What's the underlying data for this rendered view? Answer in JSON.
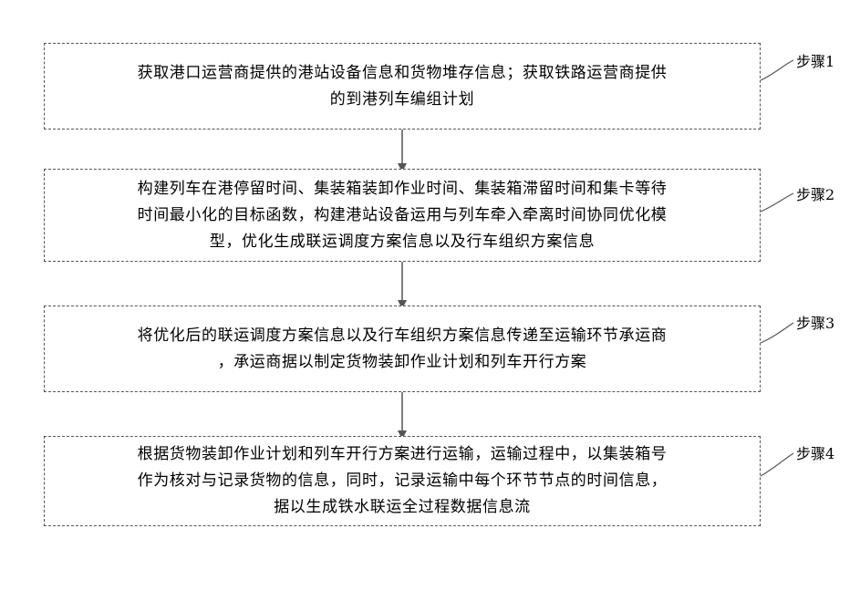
{
  "steps": [
    {
      "label": "步骤1",
      "lines": [
        "获取港口运营商提供的港站设备信息和货物堆存信息；获取铁路运营商提供",
        "的到港列车编组计划"
      ]
    },
    {
      "label": "步骤2",
      "lines": [
        "构建列车在港停留时间、集装箱装卸作业时间、集装箱滞留时间和集卡等待",
        "时间最小化的目标函数，构建港站设备运用与列车牵入牵离时间协同优化模",
        "型，优化生成联运调度方案信息以及行车组织方案信息"
      ]
    },
    {
      "label": "步骤3",
      "lines": [
        "将优化后的联运调度方案信息以及行车组织方案信息传递至运输环节承运商",
        "，承运商据以制定货物装卸作业计划和列车开行方案"
      ]
    },
    {
      "label": "步骤4",
      "lines": [
        "根据货物装卸作业计划和列车开行方案进行运输，运输过程中，以集装箱号",
        "作为核对与记录货物的信息，同时，记录运输中每个环节节点的时间信息，",
        "据以生成铁水联运全过程数据信息流"
      ]
    }
  ],
  "colors": {
    "box_border": "#555555",
    "arrow": "#555555",
    "text": "#000000"
  }
}
